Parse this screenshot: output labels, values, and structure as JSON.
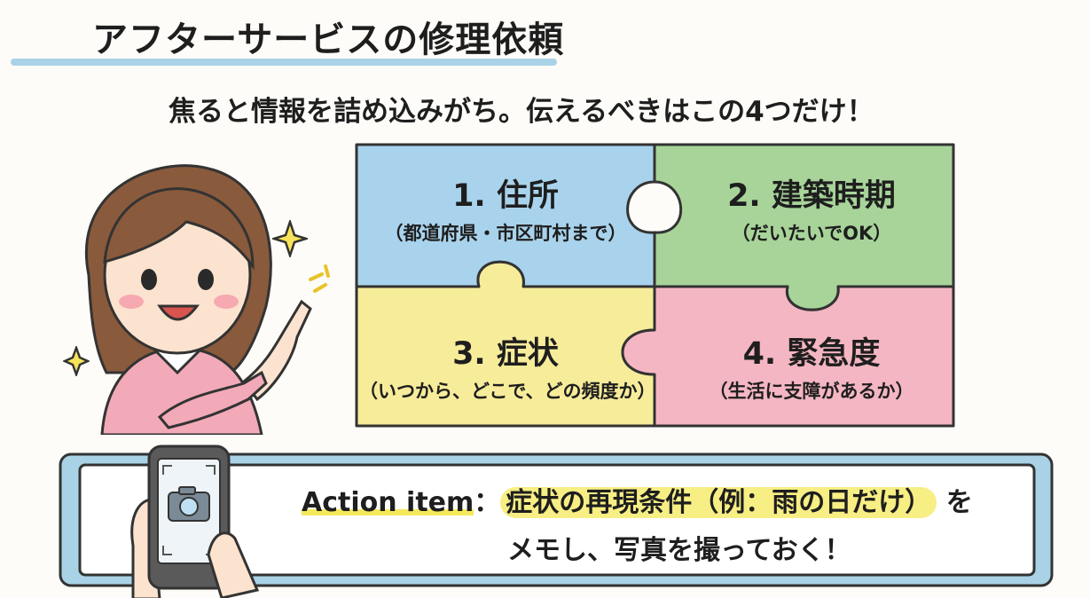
{
  "title": "アフターサービスの修理依頼",
  "subtitle": "焦ると情報を詰め込みがち。伝えるべきはこの4つだけ！",
  "tiles": [
    {
      "main": "1. 住所",
      "sub": "（都道府県・市区町村まで）"
    },
    {
      "main": "2. 建築時期",
      "sub": "（だいたいでOK）"
    },
    {
      "main": "3. 症状",
      "sub": "（いつから、どこで、どの頻度か）"
    },
    {
      "main": "4. 緊急度",
      "sub": "（生活に支障があるか）"
    }
  ],
  "action": {
    "label": "Action item",
    "sep": "：",
    "highlight": "症状の再現条件（例：雨の日だけ）",
    "tail": "を",
    "line2": "メモし、写真を撮っておく！"
  },
  "colors": {
    "tile_blue": "#a9d3ec",
    "tile_green": "#a8d49a",
    "tile_yellow": "#f7ec9a",
    "tile_pink": "#f4b6c2",
    "title_underline": "#a9d2e6",
    "highlight": "#f7ee84",
    "frame_blue": "#a9d2e6"
  },
  "icons": [
    "woman-pointing-illustration",
    "sparkle-icon",
    "camera-icon",
    "smartphone-icon"
  ]
}
